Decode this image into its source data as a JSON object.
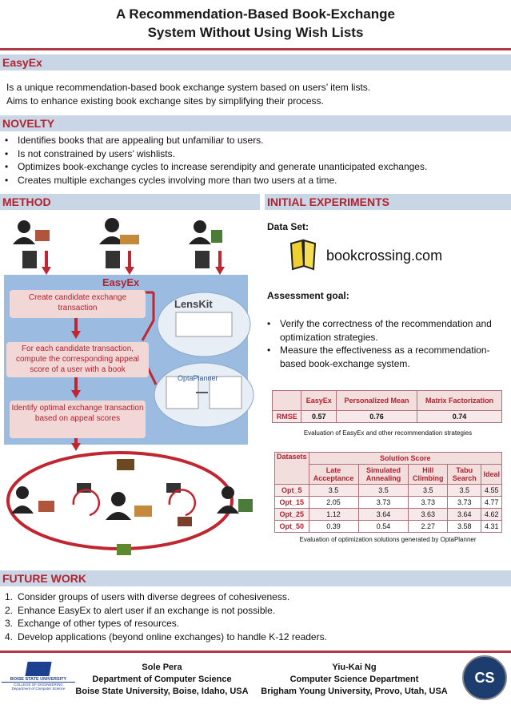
{
  "title_line1": "A Recommendation-Based Book-Exchange",
  "title_line2": "System Without Using Wish Lists",
  "easyex": {
    "header": "EasyEx",
    "lines": [
      "Is a unique recommendation-based book exchange system based on users’ item lists.",
      "Aims to enhance existing book exchange sites by simplifying their process."
    ]
  },
  "novelty": {
    "header": "NOVELTY",
    "items": [
      "Identifies books that are appealing but unfamiliar to users.",
      "Is not constrained by users’ wishlists.",
      "Optimizes book-exchange cycles to increase serendipity and generate unanticipated exchanges.",
      "Creates multiple exchanges cycles involving more than two users at a time."
    ]
  },
  "method": {
    "header": "METHOD",
    "easyex_label": "EasyEx",
    "lenskit": "LensKit",
    "optaplanner": "OptaPlanner",
    "steps": [
      "Create candidate exchange transaction",
      "For each candidate transaction, compute the corresponding appeal score of a user with a book",
      "Identify optimal exchange transaction based on appeal scores"
    ]
  },
  "experiments": {
    "header": "INITIAL EXPERIMENTS",
    "dataset_label": "Data Set:",
    "bookcrossing": "bookcrossing.com",
    "assessment_label": "Assessment goal:",
    "goals": [
      "Verify the correctness of the recommendation and optimization strategies.",
      "Measure the effectiveness as a recommendation-based book-exchange system."
    ],
    "table1": {
      "headers": [
        "",
        "EasyEx",
        "Personalized Mean",
        "Matrix Factorization"
      ],
      "row": [
        "RMSE",
        "0.57",
        "0.76",
        "0.74"
      ],
      "caption": "Evaluation of EasyEx and other recommendation strategies"
    },
    "table2": {
      "group_header": "Solution Score",
      "col_label": "Datasets",
      "headers": [
        "Late Acceptance",
        "Simulated Annealing",
        "Hill Climbing",
        "Tabu Search",
        "Ideal"
      ],
      "rows": [
        [
          "Opt_5",
          "3.5",
          "3.5",
          "3.5",
          "3.5",
          "4.55"
        ],
        [
          "Opt_15",
          "2.05",
          "3.73",
          "3.73",
          "3.73",
          "4.77"
        ],
        [
          "Opt_25",
          "1.12",
          "3.64",
          "3.63",
          "3.64",
          "4.62"
        ],
        [
          "Opt_50",
          "0.39",
          "0.54",
          "2.27",
          "3.58",
          "4.31"
        ]
      ],
      "caption": "Evaluation of optimization solutions generated by OptaPlanner"
    }
  },
  "future": {
    "header": "FUTURE WORK",
    "items": [
      "Consider groups of users with diverse degrees of cohesiveness.",
      "Enhance EasyEx to alert user if an exchange is not possible.",
      "Exchange of other types of resources.",
      "Develop applications (beyond online exchanges) to handle K-12 readers."
    ]
  },
  "footer": {
    "author1": "Sole Pera",
    "dept1": "Department of Computer Science",
    "univ1": "Boise State University, Boise, Idaho, USA",
    "author2": "Yiu-Kai Ng",
    "dept2": "Computer Science Department",
    "univ2": "Brigham Young University, Provo, Utah, USA",
    "bsu_logo": "BOISE STATE UNIVERSITY",
    "bsu_sub1": "COLLEGE OF ENGINEERING",
    "bsu_sub2": "Department of Computer Science",
    "cs_logo": "CS"
  },
  "colors": {
    "accent": "#b3232f",
    "section_bg": "#c9d6e6",
    "rule": "#b03a45"
  }
}
